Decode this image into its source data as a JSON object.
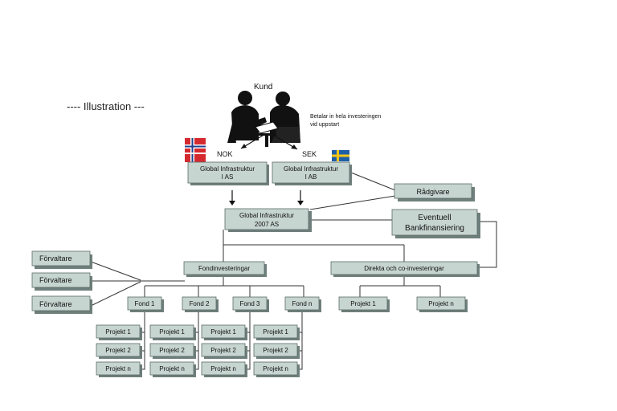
{
  "illustration_label": "---- Illustration ---",
  "client": {
    "label": "Kund",
    "note_line1": "Betalar in hela investeringen",
    "note_line2": "vid uppstart",
    "currency_left": "NOK",
    "currency_right": "SEK"
  },
  "entities": {
    "as_line1": "Global Infrastruktur",
    "as_line2": "I AS",
    "ab_line1": "Global Infrastruktur",
    "ab_line2": "I AB",
    "main_line1": "Global Infrastruktur",
    "main_line2": "2007 AS",
    "advisor": "Rådgivare",
    "bank_line1": "Eventuell",
    "bank_line2": "Bankfinansiering"
  },
  "branches": {
    "fund_investments": "Fondinvesteringar",
    "direct_investments": "Direkta och co-investeringar"
  },
  "managers": [
    "Förvaltare",
    "Förvaltare",
    "Förvaltare"
  ],
  "funds": [
    "Fond 1",
    "Fond 2",
    "Fond 3",
    "Fond n"
  ],
  "fund_projects": [
    "Projekt 1",
    "Projekt 2",
    "Projekt n"
  ],
  "direct_projects": [
    "Projekt 1",
    "Projekt n"
  ],
  "colors": {
    "box_fill": "#c7d5d1",
    "shadow": "#6f7f7b",
    "norway_red": "#d42a2f",
    "sweden_blue": "#1f5fa8",
    "sweden_yellow": "#f4c51b"
  }
}
